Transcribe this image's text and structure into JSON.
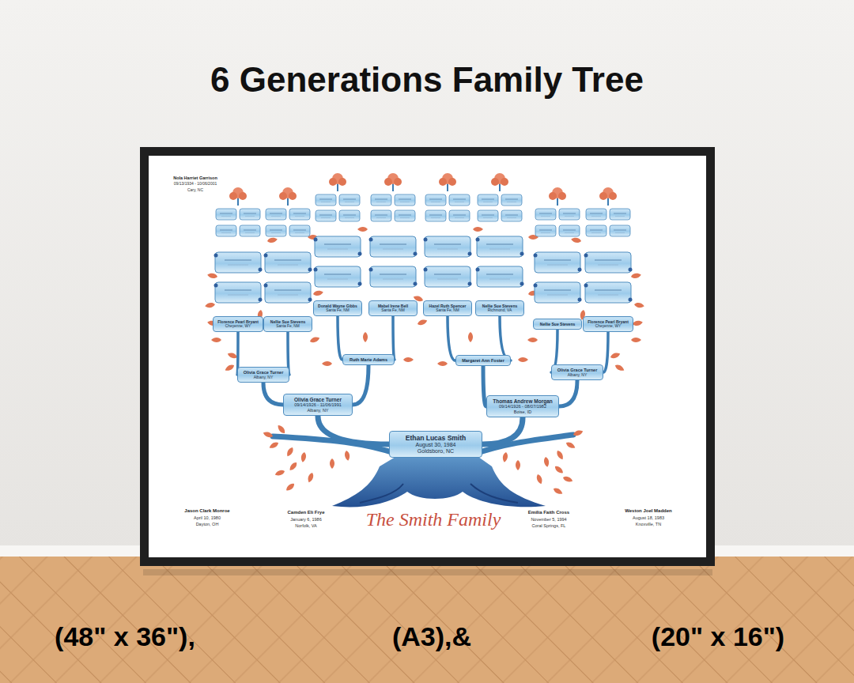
{
  "diagram": {
    "title": "6 Generations Family Tree",
    "nodes": [
      {
        "text": [
          "Ethan Lucas Smith",
          "August 30, 1984",
          "Goldsboro, NC"
        ]
      },
      {
        "text": [
          "Olivia Grace Turner",
          "09/14/1926 - 11/06/1991",
          "Albany, NY"
        ]
      },
      {
        "text": [
          "Thomas Andrew Morgan",
          "09/14/1926 - 08/07/1982",
          "Boise, ID"
        ]
      },
      {
        "text": [
          "Olivia Grace Turner",
          "Albany, NY"
        ]
      },
      {
        "text": [
          "Ruth Marie Adams"
        ]
      },
      {
        "text": [
          "Margaret Ann Foster"
        ]
      },
      {
        "text": [
          "Olivia Grace Turner",
          "Albany, NY"
        ]
      },
      {
        "text": [
          "Florence Pearl Bryant",
          "Cheyenne, WY"
        ]
      },
      {
        "text": [
          "Nellie Sue Stevens",
          "Santa Fe, NM"
        ]
      },
      {
        "text": [
          "Donald Wayne Gibbs",
          "Santa Fe, NM"
        ]
      },
      {
        "text": [
          "Mabel Irene Bell",
          "Santa Fe, NM"
        ]
      },
      {
        "text": [
          "Hazel Ruth Spencer",
          "Santa Fe, NM"
        ]
      },
      {
        "text": [
          "Nellie Sue Stevens",
          "Richmond, VA"
        ]
      },
      {
        "text": [
          "Nellie Sue Stevens"
        ]
      },
      {
        "text": [
          "Florence Pearl Bryant",
          "Cheyenne, WY"
        ]
      }
    ],
    "edges": [
      {
        "from": 0,
        "to": 1,
        "arrow": "none"
      },
      {
        "from": 0,
        "to": 2,
        "arrow": "none"
      },
      {
        "from": 1,
        "to": 3,
        "arrow": "none"
      },
      {
        "from": 1,
        "to": 4,
        "arrow": "none"
      },
      {
        "from": 2,
        "to": 5,
        "arrow": "none"
      },
      {
        "from": 2,
        "to": 6,
        "arrow": "none"
      },
      {
        "from": 3,
        "to": 7,
        "arrow": "none"
      },
      {
        "from": 3,
        "to": 8,
        "arrow": "none"
      },
      {
        "from": 4,
        "to": 9,
        "arrow": "none"
      },
      {
        "from": 4,
        "to": 10,
        "arrow": "none"
      },
      {
        "from": 5,
        "to": 11,
        "arrow": "none"
      },
      {
        "from": 5,
        "to": 12,
        "arrow": "none"
      },
      {
        "from": 6,
        "to": 13,
        "arrow": "none"
      },
      {
        "from": 6,
        "to": 14,
        "arrow": "none"
      }
    ],
    "labels": [
      "Nola Harriet Garrison",
      "09/13/1934 - 10/06/2001",
      "Cary, NC",
      "Jason Clark Monroe",
      "April 10, 1980",
      "Dayton, OH",
      "Camden Eli Frye",
      "January 6, 1986",
      "Norfolk, VA",
      "Emilia Faith Cross",
      "November 5, 1994",
      "Coral Springs, FL",
      "Weston Joel Madden",
      "August 18, 1983",
      "Knoxville, TN",
      "The Smith Family",
      "(48\" x 36\"),",
      "(A3),&",
      "(20\" x 16\")"
    ]
  }
}
